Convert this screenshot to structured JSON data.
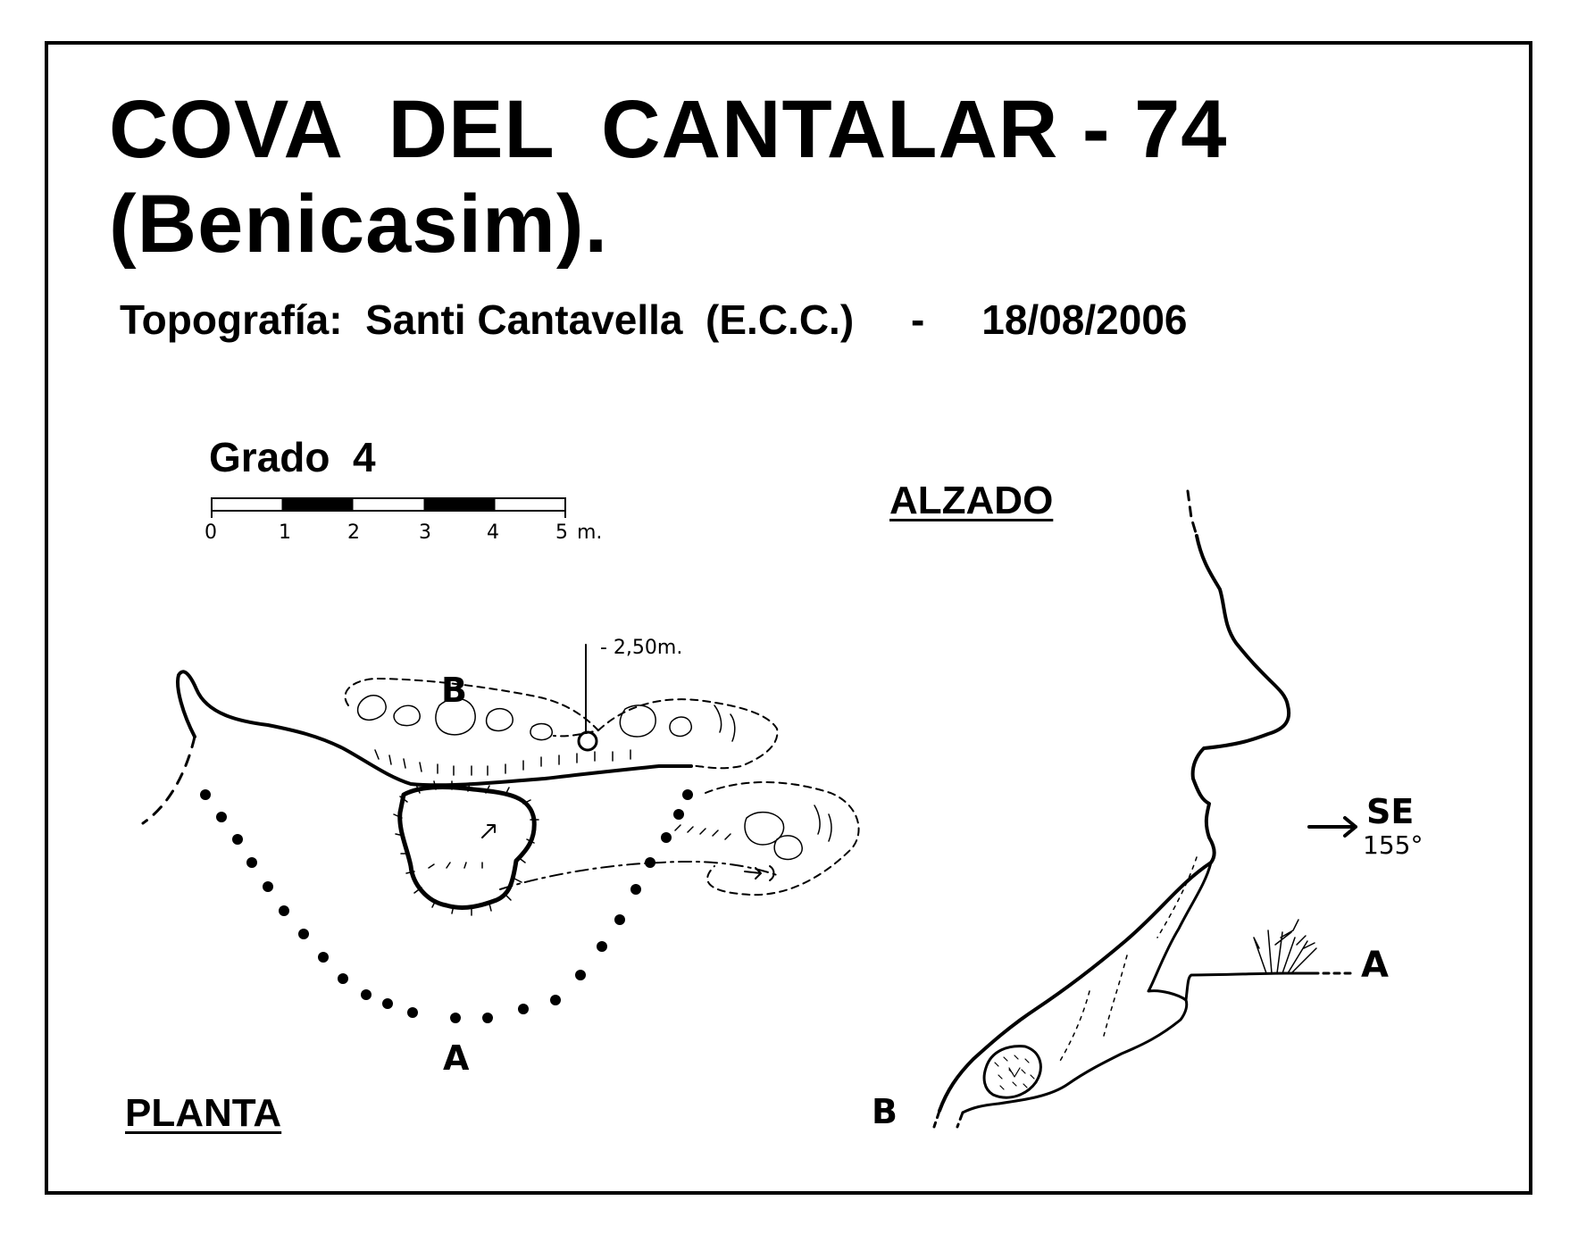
{
  "title": {
    "line1": "COVA  DEL  CANTALAR - 74",
    "line2": "(Benicasim)."
  },
  "subtitle": "Topografía:  Santi Cantavella  (E.C.C.)     -     18/08/2006",
  "grade": "Grado  4",
  "scale_bar": {
    "ticks": [
      "0",
      "1",
      "2",
      "3",
      "4",
      "5"
    ],
    "unit": "m."
  },
  "sections": {
    "elevation": "ALZADO",
    "plan": "PLANTA"
  },
  "plan": {
    "point_b": "B",
    "point_a": "A",
    "depth_note": "- 2,50m."
  },
  "elevation": {
    "point_a": "A",
    "point_b": "B",
    "direction": "SE",
    "bearing": "155°"
  },
  "colors": {
    "ink": "#000000",
    "paper": "#ffffff"
  }
}
